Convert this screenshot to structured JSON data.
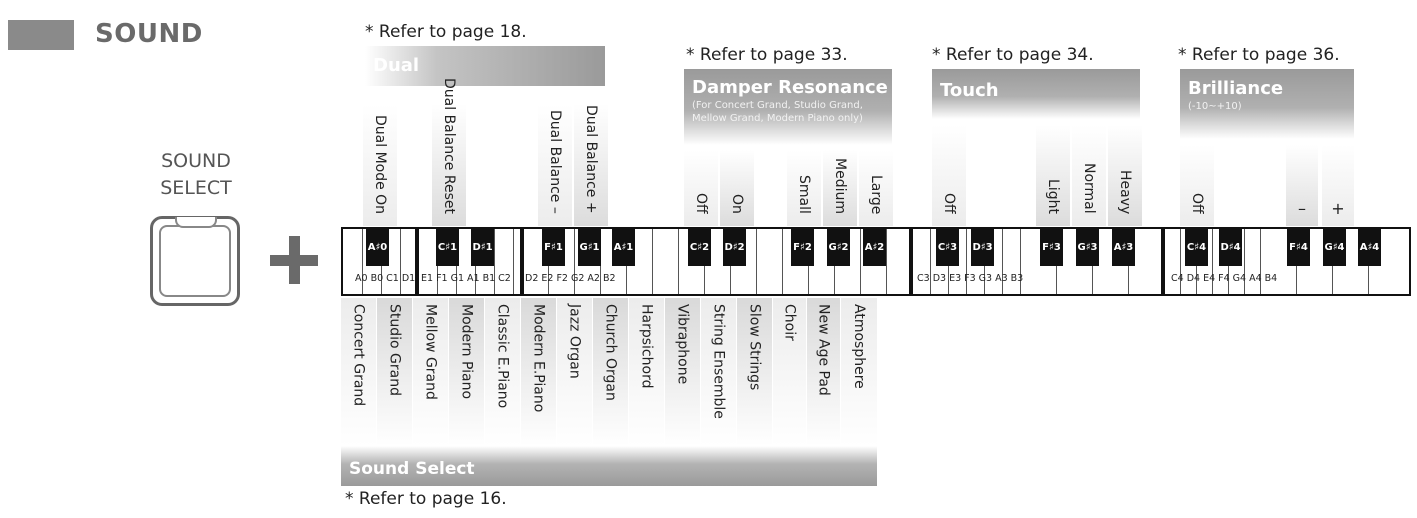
{
  "header": {
    "title": "SOUND"
  },
  "button": {
    "label_line1": "SOUND",
    "label_line2": "SELECT"
  },
  "refers": {
    "dual": "* Refer to page 18.",
    "damper": "* Refer to page 33.",
    "touch": "* Refer to page 34.",
    "brilliance": "* Refer to page 36.",
    "sound_select": "* Refer to page 16."
  },
  "groups": {
    "dual": "Dual",
    "damper": "Damper Resonance",
    "damper_sub1": "(For Concert Grand,  Studio Grand,",
    "damper_sub2": "Mellow Grand, Modern Piano only)",
    "touch": "Touch",
    "brilliance": "Brilliance",
    "brilliance_sub": "(-10~+10)",
    "sound_select": "Sound Select"
  },
  "top_labels": [
    "Dual Mode On",
    "Dual Balance Reset",
    "Dual Balance –",
    "Dual Balance +",
    "Off",
    "On",
    "Small",
    "Medium",
    "Large",
    "Off",
    "Light",
    "Normal",
    "Heavy",
    "Off",
    "–",
    "+"
  ],
  "sounds": [
    "Concert Grand",
    "Studio Grand",
    "Mellow Grand",
    "Modern Piano",
    "Classic E.Piano",
    "Modern E.Piano",
    "Jazz Organ",
    "Church Organ",
    "Harpsichord",
    "Vibraphone",
    "String Ensemble",
    "Slow Strings",
    "Choir",
    "New Age Pad",
    "Atmosphere"
  ],
  "black_keys": [
    "A♯0",
    "C♯1",
    "D♯1",
    "F♯1",
    "G♯1",
    "A♯1",
    "C♯2",
    "D♯2",
    "F♯2",
    "G♯2",
    "A♯2",
    "C♯3",
    "D♯3",
    "F♯3",
    "G♯3",
    "A♯3",
    "C♯4",
    "D♯4",
    "F♯4",
    "G♯4",
    "A♯4"
  ],
  "white_notes": [
    "A0 B0 C1 D1",
    "E1 F1 G1 A1 B1 C2",
    "D2 E2 F2 G2 A2 B2",
    "C3 D3 E3 F3 G3 A3 B3",
    "C4 D4 E4 F4 G4 A4 B4"
  ]
}
